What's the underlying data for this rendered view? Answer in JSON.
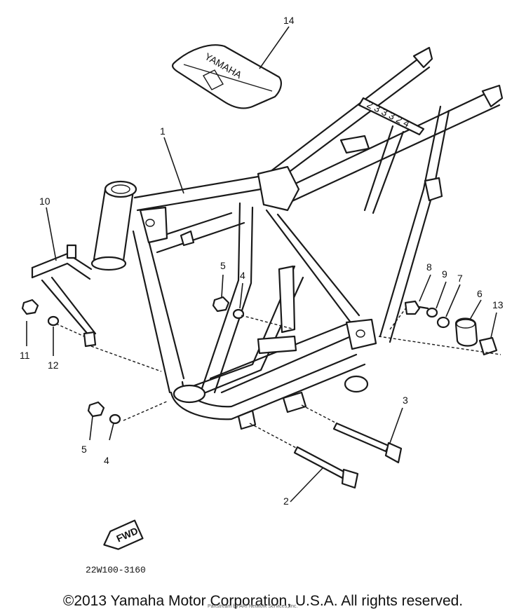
{
  "diagram": {
    "drawing_code": "22W100-3160",
    "fwd_label": "FWD",
    "logo_text": "YAMAHA",
    "frame_stamp": "2 3 3 3 2 4",
    "part_labels": {
      "p1": "1",
      "p2": "2",
      "p3": "3",
      "p4a": "4",
      "p4b": "4",
      "p5a": "5",
      "p5b": "5",
      "p6": "6",
      "p7": "7",
      "p8": "8",
      "p9": "9",
      "p10": "10",
      "p11": "11",
      "p12": "12",
      "p13": "13",
      "p14": "14"
    }
  },
  "footer": {
    "copyright": "©2013 Yamaha Motor Corporation, U.S.A. All rights reserved.",
    "watermark": "Partstream by ARI Network Services, Inc."
  }
}
